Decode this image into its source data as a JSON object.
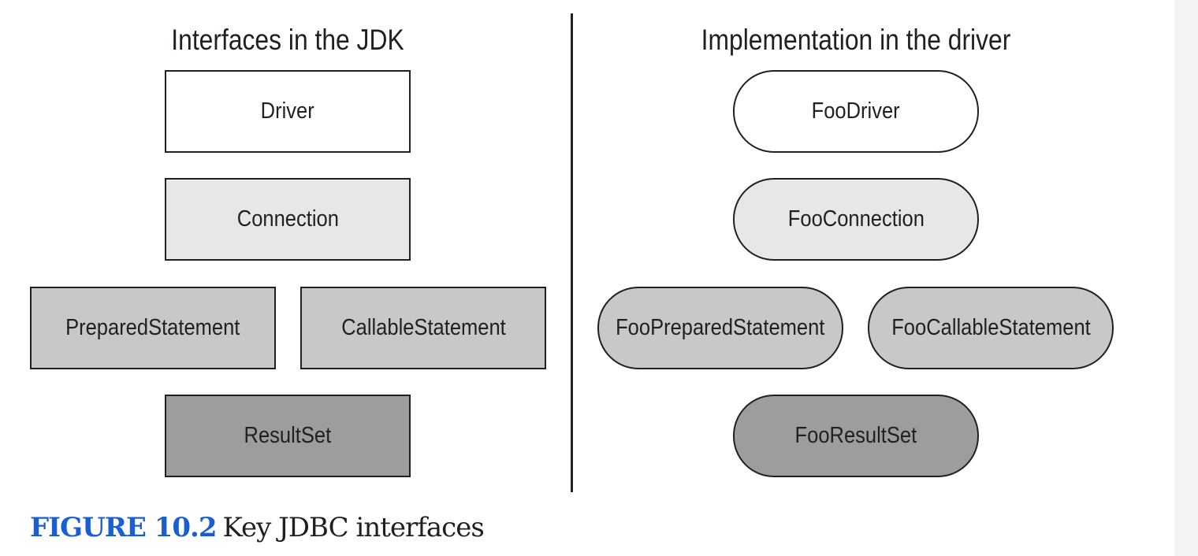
{
  "left_column": {
    "heading": "Interfaces in the JDK",
    "boxes": [
      {
        "label": "Driver"
      },
      {
        "label": "Connection"
      },
      {
        "label": "PreparedStatement"
      },
      {
        "label": "CallableStatement"
      },
      {
        "label": "ResultSet"
      }
    ]
  },
  "right_column": {
    "heading": "Implementation in the driver",
    "boxes": [
      {
        "label": "FooDriver"
      },
      {
        "label": "FooConnection"
      },
      {
        "label": "FooPreparedStatement"
      },
      {
        "label": "FooCallableStatement"
      },
      {
        "label": "FooResultSet"
      }
    ]
  },
  "colors": {
    "level_1": "#ffffff",
    "level_2": "#e7e7e8",
    "level_3": "#c8c8c9",
    "level_4": "#9d9d9f",
    "caption_label": "#1a5fd0",
    "outline": "#231f20"
  },
  "caption": {
    "label": "FIGURE 10.2",
    "text": "Key JDBC interfaces"
  }
}
